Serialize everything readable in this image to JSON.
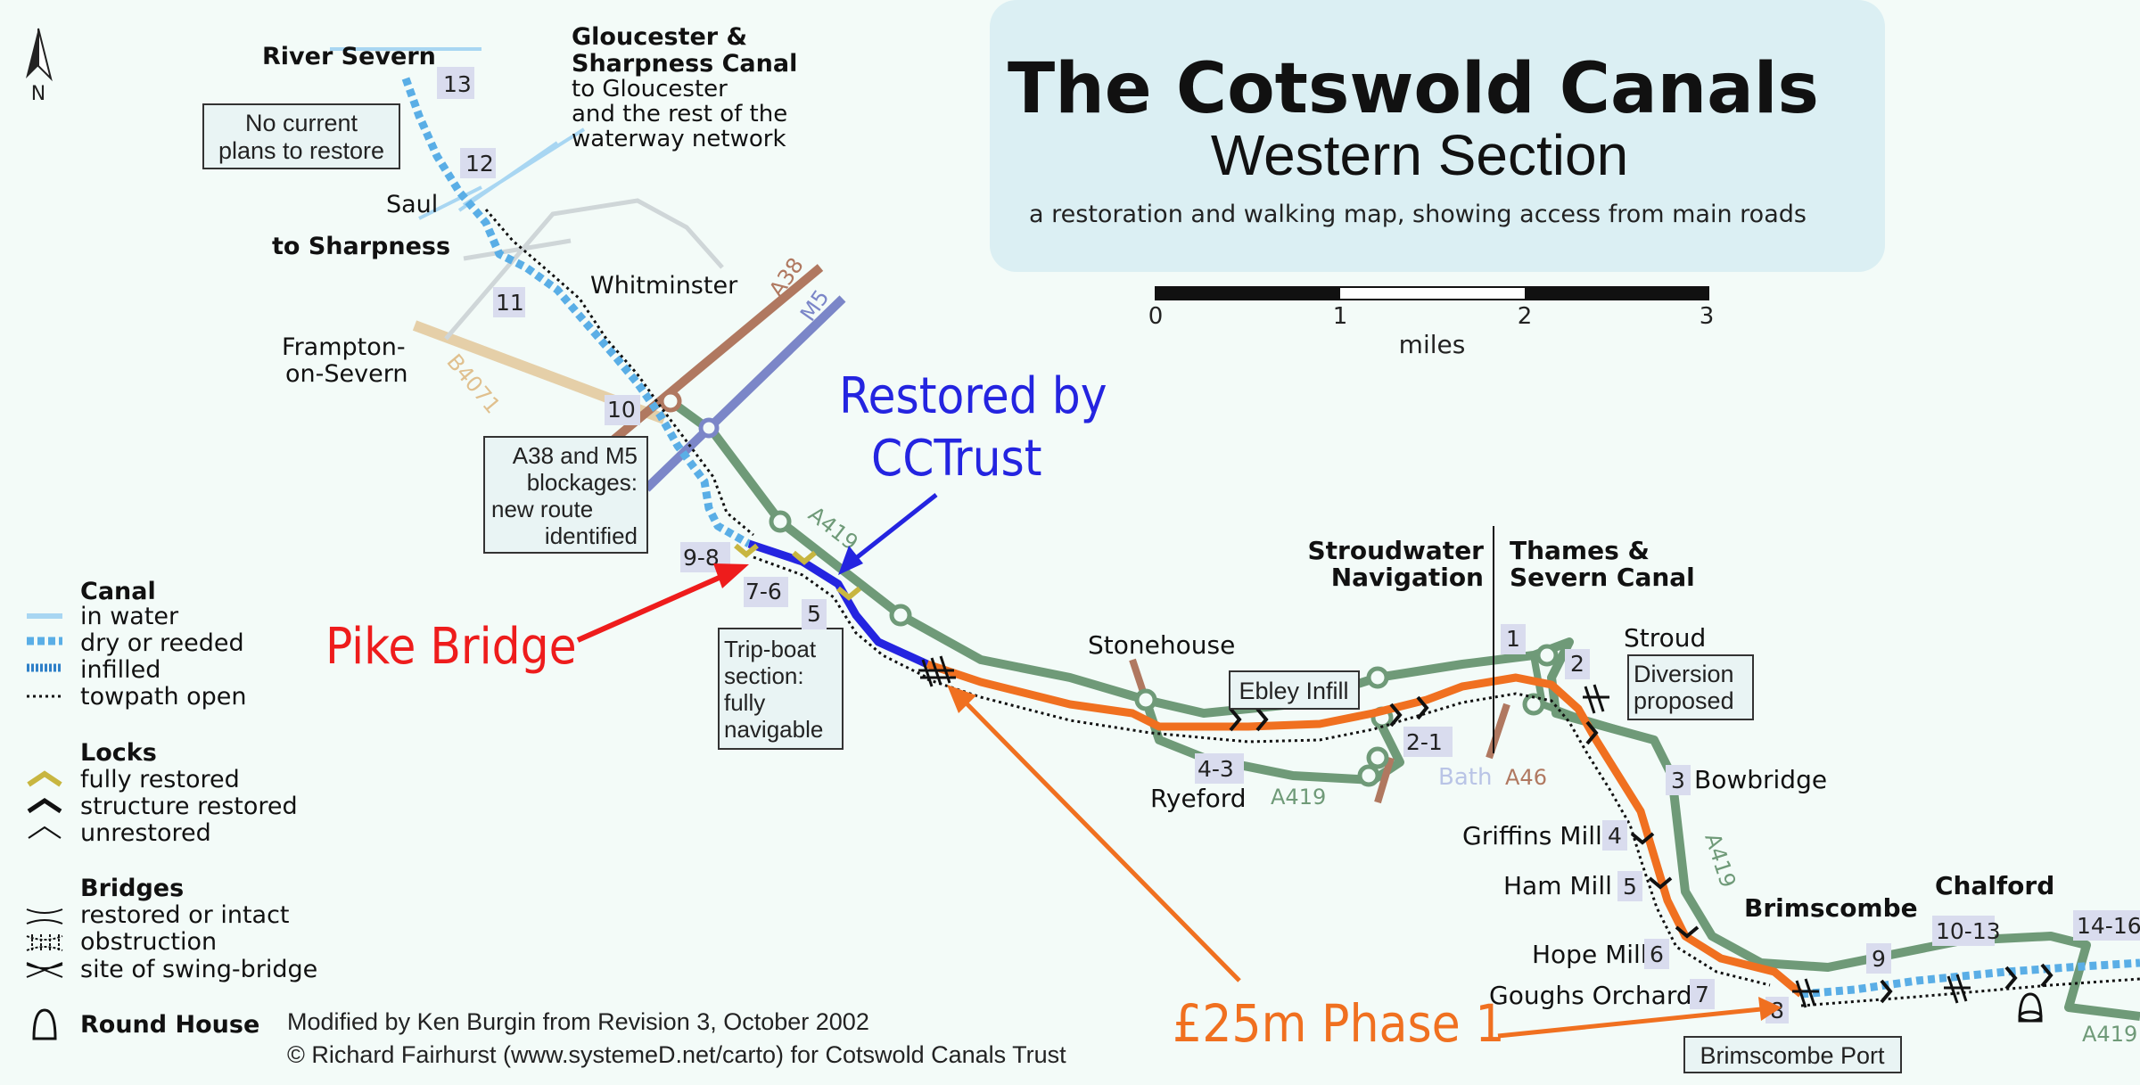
{
  "title": {
    "main": "The Cotswold Canals",
    "sub": "Western Section",
    "tagline": "a restoration and walking map, showing access from main roads"
  },
  "scale": {
    "ticks": [
      "0",
      "1",
      "2",
      "3"
    ],
    "unit": "miles"
  },
  "north": "N",
  "places": {
    "river_severn": "River Severn",
    "gloucester_line1": "Gloucester &",
    "gloucester_line2": "Sharpness Canal",
    "gloucester_line3": "to Gloucester",
    "gloucester_line4": "and the rest of the",
    "gloucester_line5": "waterway network",
    "saul": "Saul",
    "to_sharpness": "to Sharpness",
    "whitminster": "Whitminster",
    "frampton_line1": "Frampton-",
    "frampton_line2": "on-Severn",
    "stonehouse": "Stonehouse",
    "ryeford": "Ryeford",
    "stroudwater_line1": "Stroudwater",
    "stroudwater_line2": "Navigation",
    "thames_line1": "Thames &",
    "thames_line2": "Severn Canal",
    "stroud": "Stroud",
    "bath": "Bath",
    "bowbridge": "Bowbridge",
    "griffins_mill": "Griffins Mill",
    "ham_mill": "Ham Mill",
    "hope_mill": "Hope Mill",
    "goughs_orchard": "Goughs Orchard",
    "brimscombe": "Brimscombe",
    "chalford": "Chalford"
  },
  "roads": {
    "a38": "A38",
    "m5": "M5",
    "b4071": "B4071",
    "a419_1": "A419",
    "a419_2": "A419",
    "a419_3": "A419",
    "a419_4": "A419",
    "a46": "A46"
  },
  "boxes": {
    "no_restore_line1": "No current",
    "no_restore_line2": "plans to restore",
    "a38m5_line1": "A38 and M5",
    "a38m5_line2": "blockages:",
    "a38m5_line3": "new route",
    "a38m5_line4": "identified",
    "tripboat_line1": "Trip-boat",
    "tripboat_line2": "section:",
    "tripboat_line3": "fully",
    "tripboat_line4": "navigable",
    "ebley": "Ebley Infill",
    "diversion_line1": "Diversion",
    "diversion_line2": "proposed",
    "brimscombe_port": "Brimscombe Port"
  },
  "lock_numbers": {
    "n13": "13",
    "n12": "12",
    "n11": "11",
    "n10": "10",
    "n98": "9-8",
    "n76": "7-6",
    "n5w": "5",
    "n43": "4-3",
    "n21": "2-1",
    "n1": "1",
    "n2": "2",
    "n3": "3",
    "n4": "4",
    "n5": "5",
    "n6": "6",
    "n7": "7",
    "n8": "8",
    "n9": "9",
    "n1013": "10-13",
    "n1416": "14-16"
  },
  "annotations": {
    "pike_bridge": "Pike Bridge",
    "restored_line1": "Restored by",
    "restored_line2": "CCTrust",
    "phase1": "£25m Phase 1"
  },
  "legend": {
    "canal_heading": "Canal",
    "in_water": "in water",
    "dry_reeded": "dry or reeded",
    "infilled": "infilled",
    "towpath": "towpath open",
    "locks_heading": "Locks",
    "fully_restored": "fully restored",
    "structure_restored": "structure restored",
    "unrestored": "unrestored",
    "bridges_heading": "Bridges",
    "restored_intact": "restored or intact",
    "obstruction": "obstruction",
    "swing_bridge": "site of swing-bridge",
    "round_house": "Round House"
  },
  "credits": {
    "line1": "Modified by Ken Burgin from Revision 3, October 2002",
    "line2": "© Richard Fairhurst (www.systemeD.net/carto) for Cotswold Canals Trust"
  },
  "colors": {
    "background": "#f3fbf8",
    "title_panel": "#dbeff3",
    "road_green": "#6f9a78",
    "road_brown": "#b07860",
    "road_m5": "#7b86c8",
    "road_tan": "#e0c08e",
    "canal_blue": "#5aaee6",
    "restored_blue": "#2424e0",
    "phase_orange": "#f07020",
    "pike_red": "#ee1c1c",
    "lock_gold": "#c8b640"
  }
}
